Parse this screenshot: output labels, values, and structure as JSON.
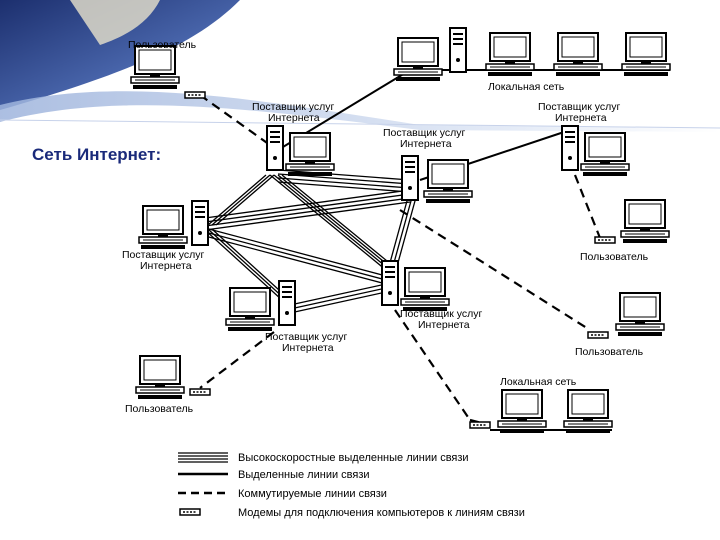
{
  "slide": {
    "title": "Сеть Интернет:"
  },
  "nodes": {
    "user_top": "Пользователь",
    "lan_top": "Локальная сеть",
    "isp_1": [
      "Поставщик услуг",
      "Интернета"
    ],
    "isp_center": [
      "Поставщик услуг",
      "Интернета"
    ],
    "isp_right": [
      "Поставщик услуг",
      "Интернета"
    ],
    "isp_left": [
      "Поставщик услуг",
      "Интернета"
    ],
    "isp_bottom_left": [
      "Поставщик услуг",
      "Интернета"
    ],
    "isp_bottom_center": [
      "Поставщик услуг",
      "Интернета"
    ],
    "user_right": "Пользователь",
    "user_right_lower": "Пользователь",
    "user_bottom_left": "Пользователь",
    "lan_bottom": "Локальная сеть"
  },
  "legend": [
    {
      "style": "high-speed",
      "label": "Высокоскоростные выделенные линии связи"
    },
    {
      "style": "dedicated",
      "label": "Выделенные линии связи"
    },
    {
      "style": "dialup",
      "label": "Коммутируемые линии связи"
    },
    {
      "style": "modem",
      "label": "Модемы для подключения компьютеров к линиям связи"
    }
  ],
  "icons": [
    "computer-icon",
    "server-icon",
    "modem-icon"
  ]
}
